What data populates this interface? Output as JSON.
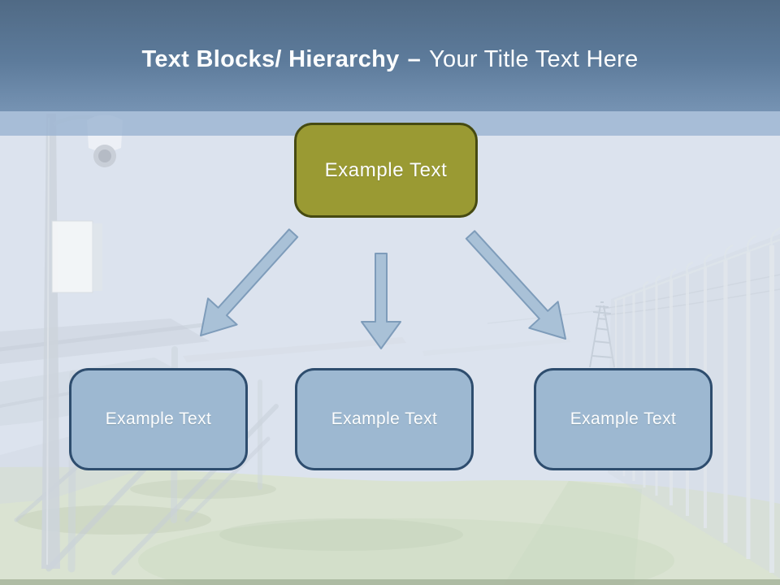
{
  "slide": {
    "title": {
      "bold_text": "Text Blocks/ Hierarchy",
      "dash": "–",
      "regular_text": "Your Title Text Here"
    },
    "hierarchy": {
      "root": {
        "label": "Example Text"
      },
      "children": [
        {
          "label": "Example Text"
        },
        {
          "label": "Example Text"
        },
        {
          "label": "Example Text"
        }
      ]
    },
    "background": {
      "description": "Washed-out photo of a solar farm: CCTV pole with dome camera and control cabinet on the left, rows of solar-panel mounts over grass, chain-link security fence receding on the right, distant power pylon"
    },
    "colors": {
      "header-top": "#506a85",
      "header-bottom": "#7693b3",
      "band-blue": "#98b2d1",
      "root-fill": "#9a9a33",
      "root-border": "#464a11",
      "child-fill": "#9db8d1",
      "child-border": "#2e4d6e",
      "arrow-fill": "#a9c1d7",
      "arrow-border": "#7e9cba",
      "text-white": "#fcfdfe"
    }
  }
}
